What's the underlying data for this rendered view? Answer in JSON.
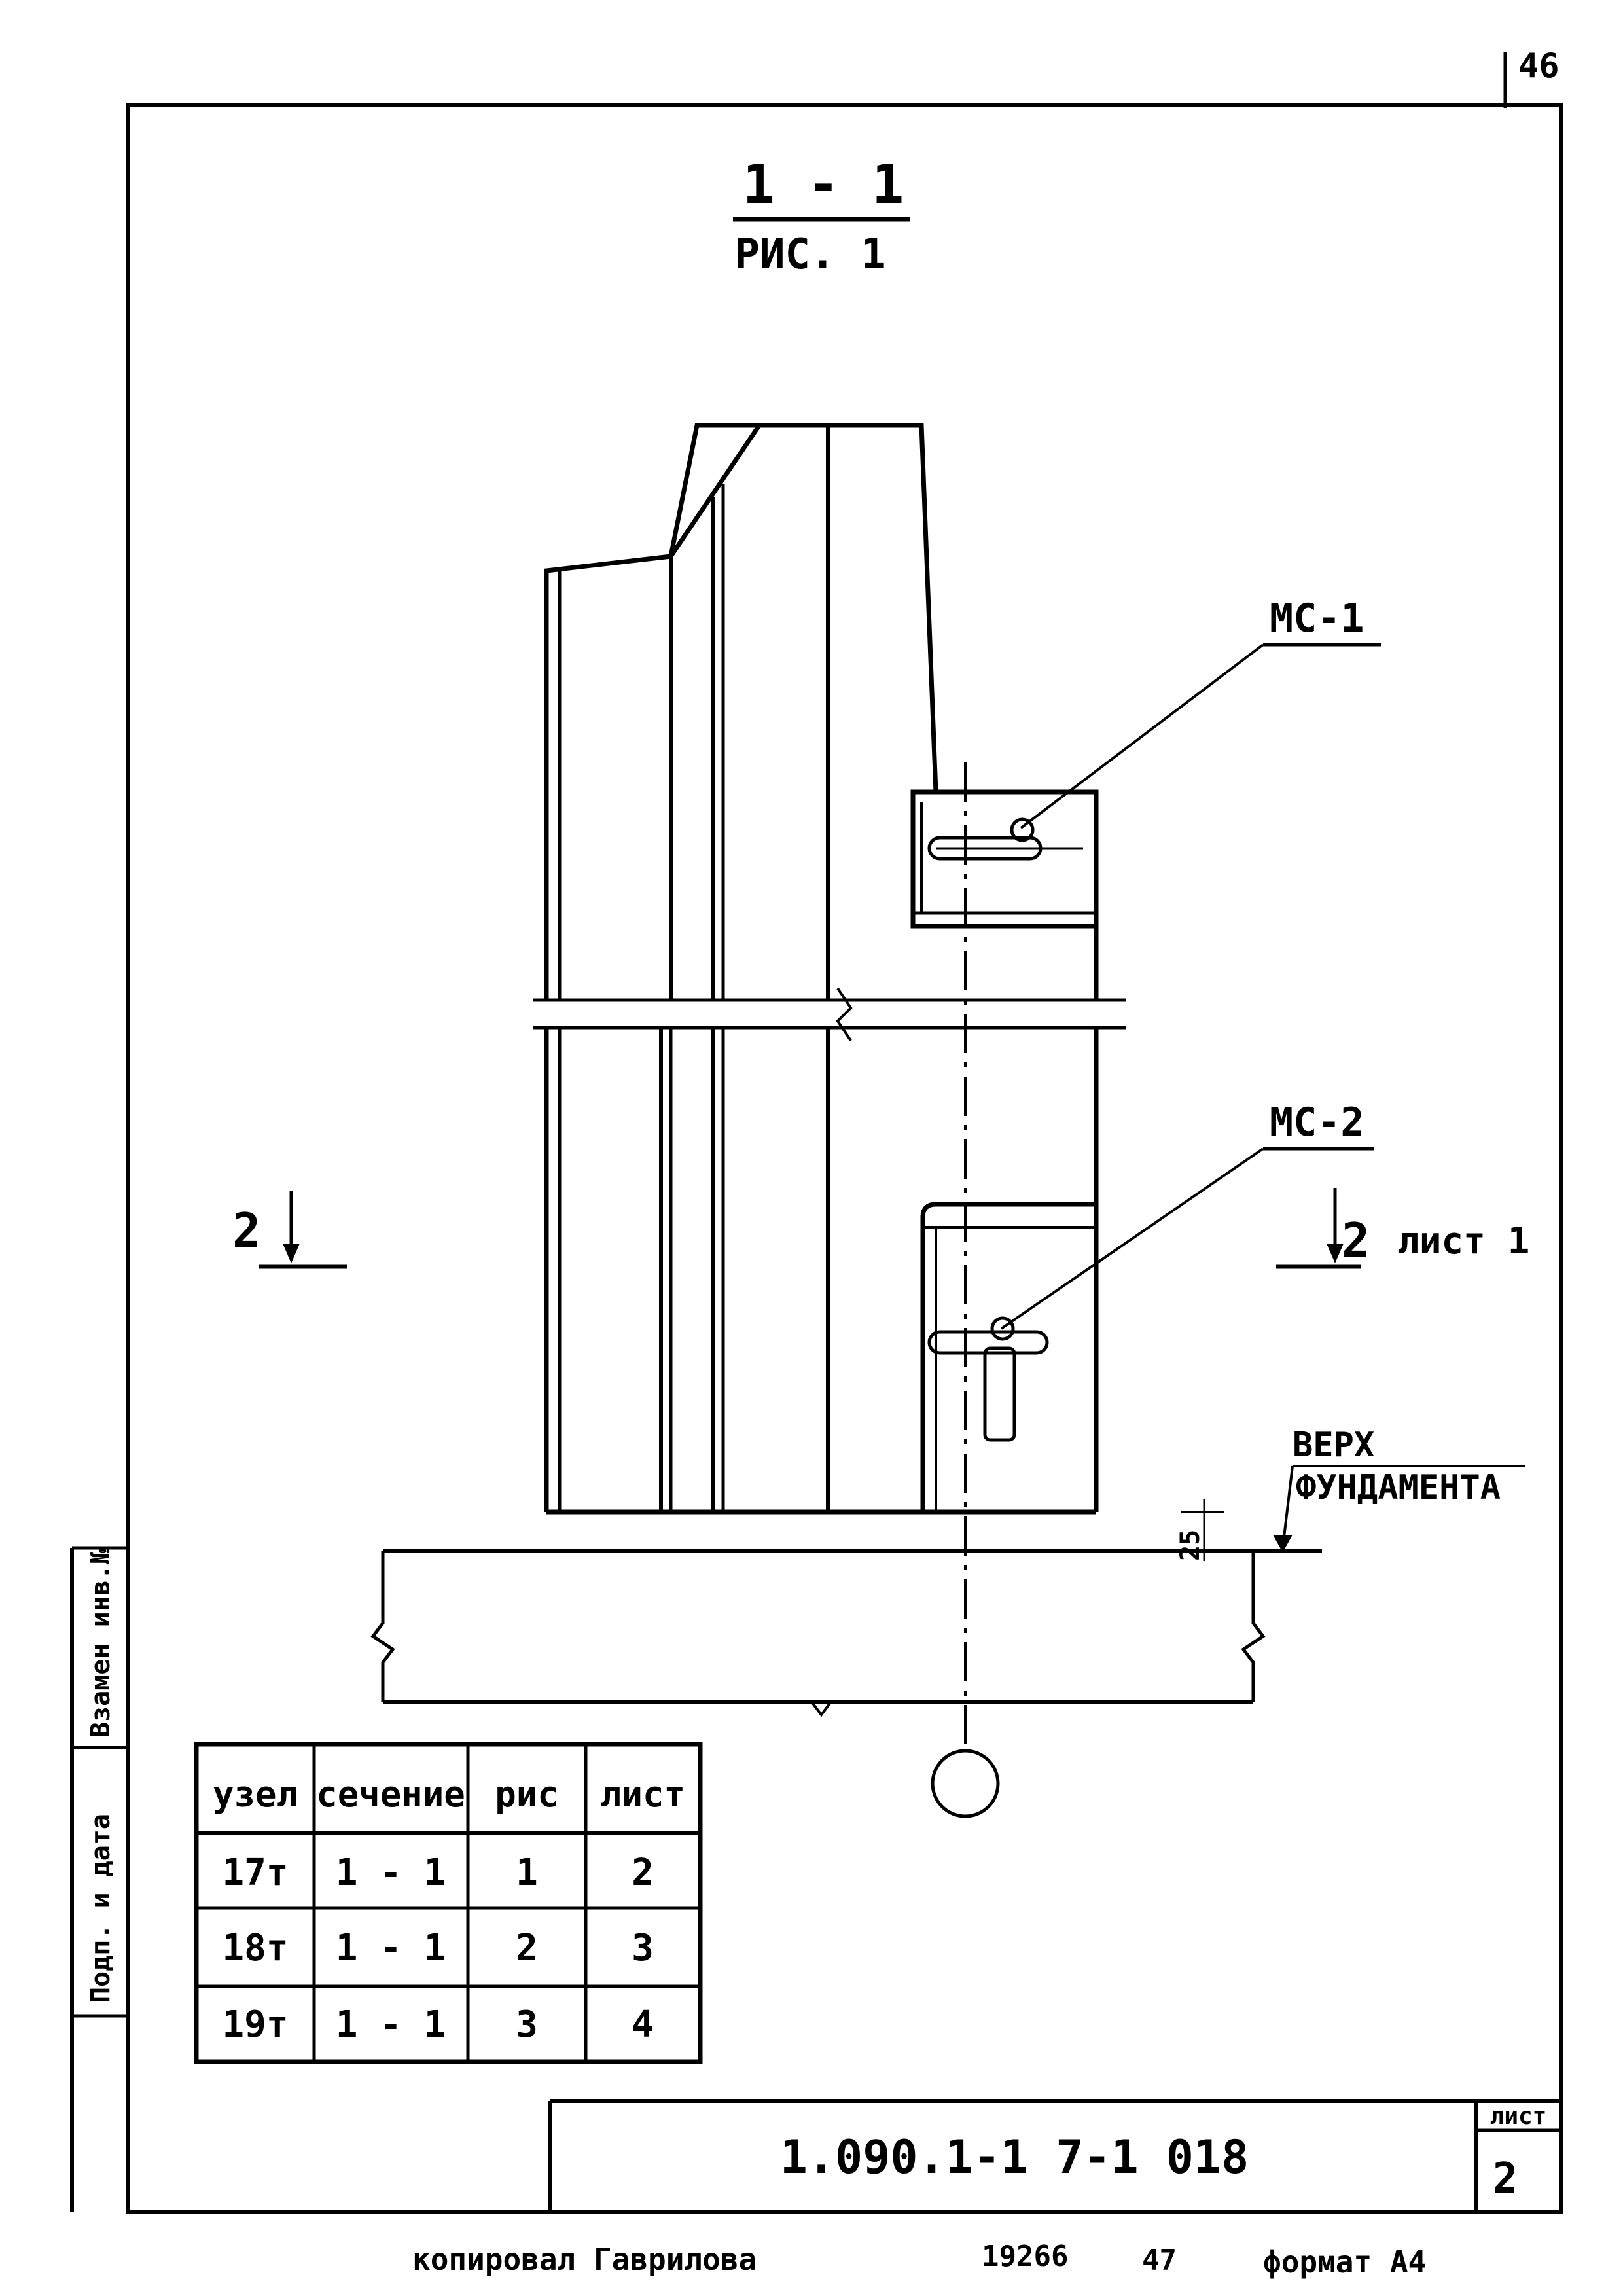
{
  "page_number": "46",
  "section": {
    "label": "1 - 1",
    "figure": "РИС. 1"
  },
  "callouts": {
    "mc1": "МС-1",
    "mc2": "МС-2"
  },
  "section_mark": {
    "left_number": "2",
    "right_number": "2",
    "right_sheet": "лист 1"
  },
  "dimension": "25",
  "foundation_label": {
    "line1": "ВЕРХ",
    "line2": "ФУНДАМЕНТА"
  },
  "nodes_table": {
    "headers": [
      "узел",
      "сечение",
      "рис",
      "лист"
    ],
    "rows": [
      [
        "17т",
        "1 - 1",
        "1",
        "2"
      ],
      [
        "18т",
        "1 - 1",
        "2",
        "3"
      ],
      [
        "19т",
        "1 - 1",
        "3",
        "4"
      ]
    ]
  },
  "side_stamps": {
    "stamp1": "Взамен инв.№",
    "stamp2": "Подп. и дата"
  },
  "title_block": {
    "code": "1.090.1-1 7-1   018",
    "sheet_label": "лист",
    "sheet_number": "2"
  },
  "footer": {
    "copied": "копировал Гаврилова",
    "number": "19266",
    "code": "47",
    "format": "формат А4"
  }
}
